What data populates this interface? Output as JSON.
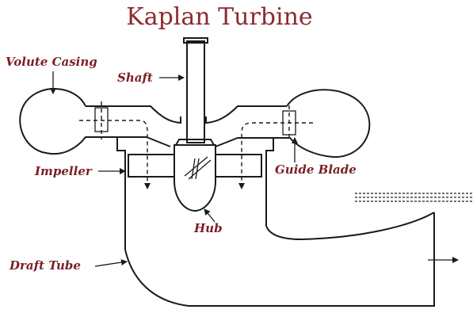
{
  "title": "Kaplan Turbine",
  "labels": {
    "volute_casing": "Volute Casing",
    "shaft": "Shaft",
    "impeller": "Impeller",
    "guide_blade": "Guide Blade",
    "hub": "Hub",
    "draft_tube": "Draft Tube"
  },
  "colors": {
    "title": "#8b2a2f",
    "label": "#7a1f24",
    "line": "#1a1a1a"
  }
}
